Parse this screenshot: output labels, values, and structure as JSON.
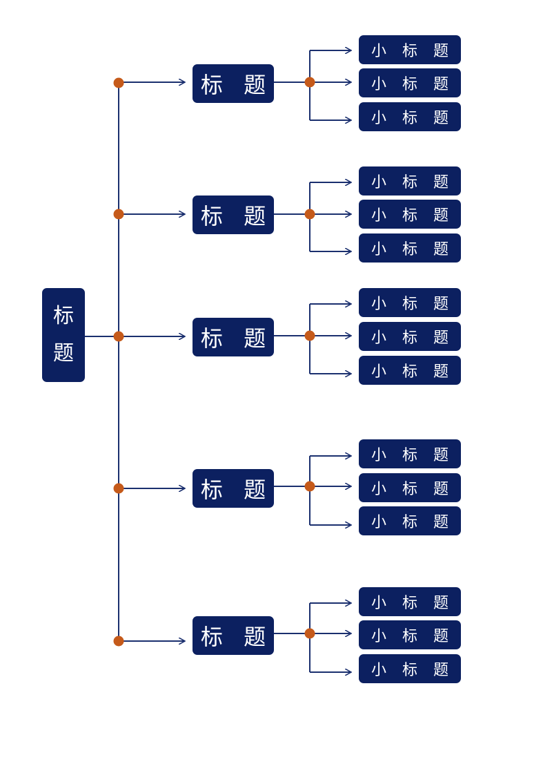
{
  "root": {
    "label_chars": [
      "标",
      "题"
    ]
  },
  "branches": [
    {
      "label": "标 题",
      "children": [
        "小 标 题",
        "小 标 题",
        "小 标 题"
      ]
    },
    {
      "label": "标 题",
      "children": [
        "小 标 题",
        "小 标 题",
        "小 标 题"
      ]
    },
    {
      "label": "标 题",
      "children": [
        "小 标 题",
        "小 标 题",
        "小 标 题"
      ]
    },
    {
      "label": "标 题",
      "children": [
        "小 标 题",
        "小 标 题",
        "小 标 题"
      ]
    },
    {
      "label": "标 题",
      "children": [
        "小 标 题",
        "小 标 题",
        "小 标 题"
      ]
    }
  ],
  "colors": {
    "box_fill": "#0c2060",
    "box_text": "#ffffff",
    "connector": "#1a2f6e",
    "node_dot": "#c55a1a"
  }
}
